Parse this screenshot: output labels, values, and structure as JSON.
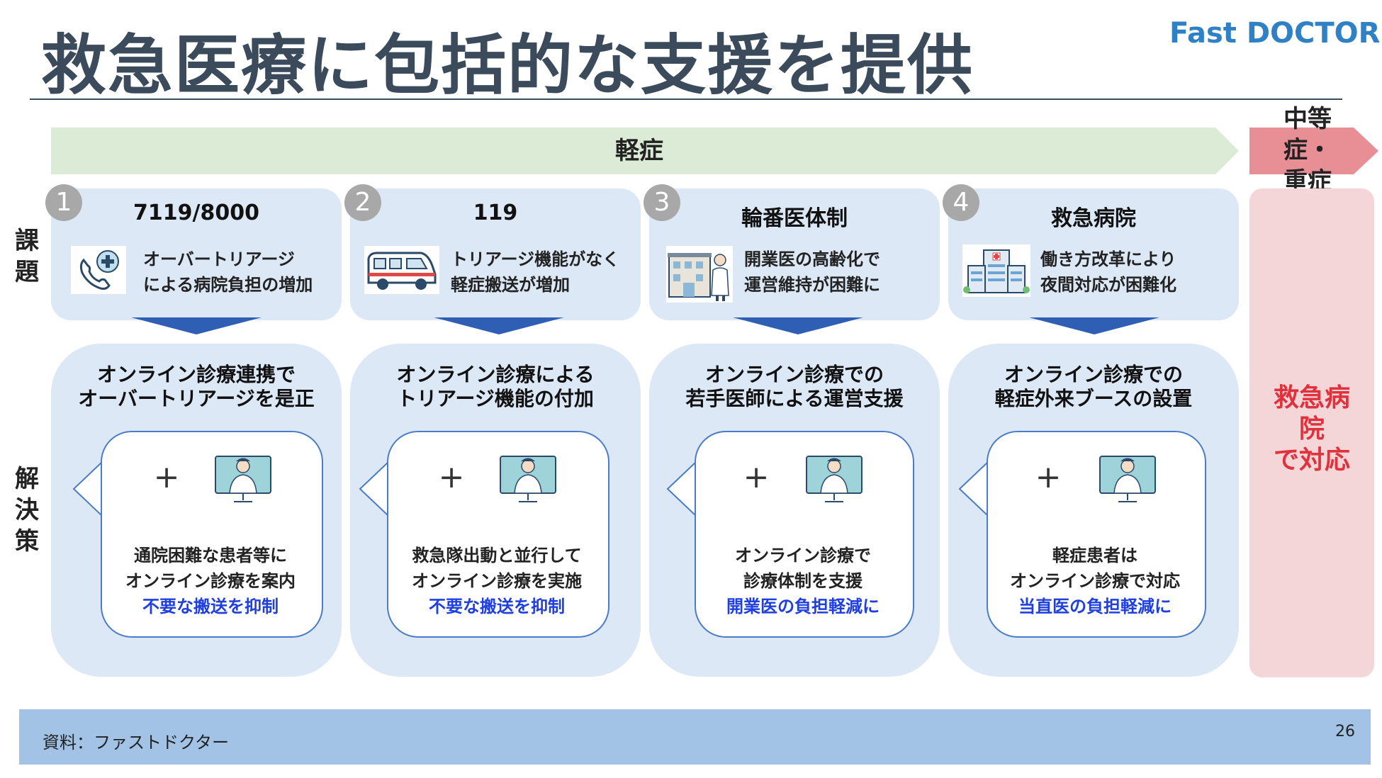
{
  "slide": {
    "title": "救急医療に包括的な支援を提供",
    "logo": "Fast DOCTOR",
    "mild_label": "軽症",
    "severe_label_lines": [
      "中等",
      "症・",
      "重症"
    ],
    "issue_label_lines": [
      "課",
      "題"
    ],
    "solution_label_lines": [
      "解",
      "決",
      "策"
    ],
    "severe_result_lines": [
      "救急病",
      "院",
      "で対応"
    ],
    "source": "資料：ファストドクター",
    "page_number": "26"
  },
  "columns": [
    {
      "number": "1",
      "issue_title": "7119/8000",
      "issue_icon": "phone-cross-icon",
      "issue_desc": [
        "オーバートリアージ",
        "による病院負担の増加"
      ],
      "solution_title": [
        "オンライン診療連携で",
        "オーバートリアージを是正"
      ],
      "solution_lines": [
        "通院困難な患者等に",
        "オンライン診療を案内"
      ],
      "solution_accent": "不要な搬送を抑制"
    },
    {
      "number": "2",
      "issue_title": "119",
      "issue_icon": "ambulance-icon",
      "issue_desc": [
        "トリアージ機能がなく",
        "軽症搬送が増加"
      ],
      "solution_title": [
        "オンライン診療による",
        "トリアージ機能の付加"
      ],
      "solution_lines": [
        "救急隊出動と並行して",
        "オンライン診療を実施"
      ],
      "solution_accent": "不要な搬送を抑制"
    },
    {
      "number": "3",
      "issue_title": "輪番医体制",
      "issue_icon": "clinic-doctor-icon",
      "issue_desc": [
        "開業医の高齢化で",
        "運営維持が困難に"
      ],
      "solution_title": [
        "オンライン診療での",
        "若手医師による運営支援"
      ],
      "solution_lines": [
        "オンライン診療で",
        "診療体制を支援"
      ],
      "solution_accent": "開業医の負担軽減に"
    },
    {
      "number": "4",
      "issue_title": "救急病院",
      "issue_icon": "hospital-icon",
      "issue_desc": [
        "働き方改革により",
        "夜間対応が困難化"
      ],
      "solution_title": [
        "オンライン診療での",
        "軽症外来ブースの設置"
      ],
      "solution_lines": [
        "軽症患者は",
        "オンライン診療で対応"
      ],
      "solution_accent": "当直医の負担軽減に"
    }
  ],
  "colors": {
    "title": "#3c4b5c",
    "logo": "#2f80c4",
    "mild_arrow": "#dcebd6",
    "severe_arrow": "#e88f96",
    "card": "#dce8f5",
    "accent_text": "#1f3fe0",
    "severe_text": "#e0323c",
    "footer": "#a3c3e6"
  }
}
